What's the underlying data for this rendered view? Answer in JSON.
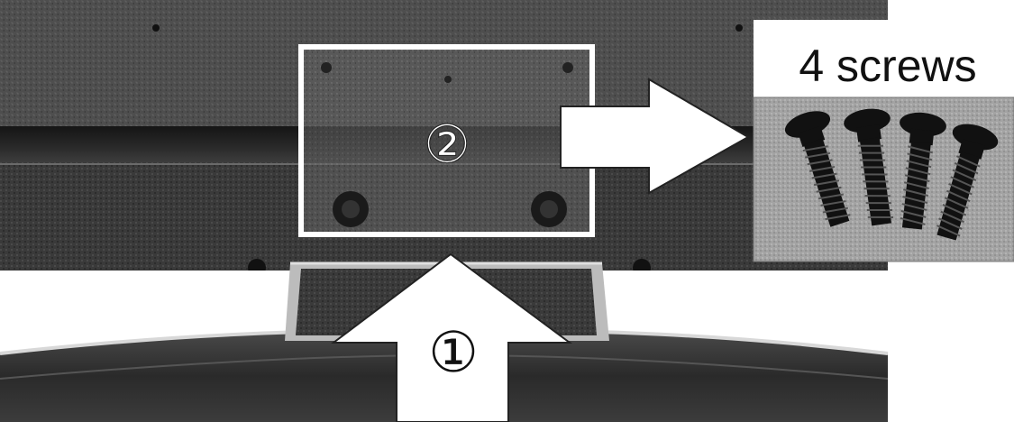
{
  "diagram": {
    "step1_marker": "①",
    "step2_marker": "②",
    "screws_caption": "4 screws",
    "colors": {
      "monitor_back": "#3c3c3c",
      "monitor_dark": "#1e1e1e",
      "highlight_frame": "#ffffff",
      "arrow_fill": "#ffffff",
      "screw_panel_bg": "#9a9a9a",
      "screw_color": "#111111"
    },
    "icons": {
      "arrow_up": "up-arrow-icon",
      "arrow_right": "right-arrow-icon",
      "screw": "screw-icon"
    }
  }
}
